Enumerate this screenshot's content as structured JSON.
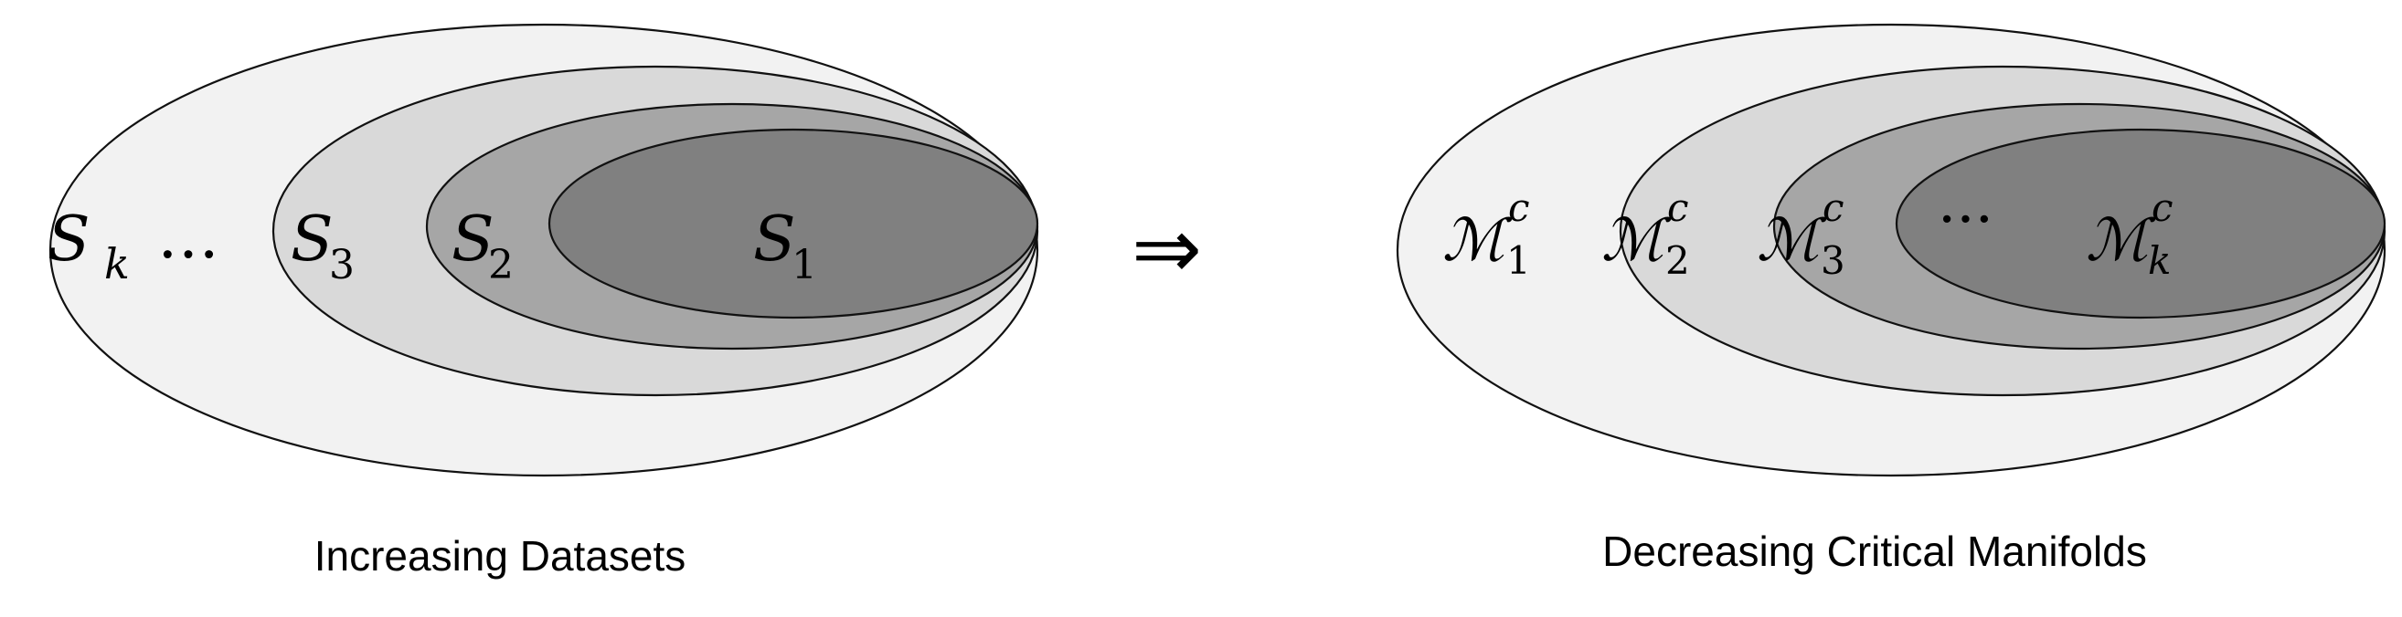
{
  "colors": {
    "outer": "#f2f2f2",
    "second": "#d9d9d9",
    "third": "#a6a6a6",
    "inner": "#808080",
    "stroke": "#111111"
  },
  "left": {
    "labels": {
      "sk_base": "S",
      "sk_sub": "k",
      "dots": "…",
      "s3_base": "S",
      "s3_sub": "3",
      "s2_base": "S",
      "s2_sub": "2",
      "s1_base": "S",
      "s1_sub": "1"
    },
    "caption": "Increasing Datasets"
  },
  "arrow": "⇒",
  "right": {
    "labels": {
      "m1_base": "ℳ",
      "m1_sub": "1",
      "m1_sup": "c",
      "m2_base": "ℳ",
      "m2_sub": "2",
      "m2_sup": "c",
      "m3_base": "ℳ",
      "m3_sub": "3",
      "m3_sup": "c",
      "dots": "···",
      "mk_base": "ℳ",
      "mk_sub": "k",
      "mk_sup": "c"
    },
    "caption": "Decreasing Critical Manifolds"
  }
}
